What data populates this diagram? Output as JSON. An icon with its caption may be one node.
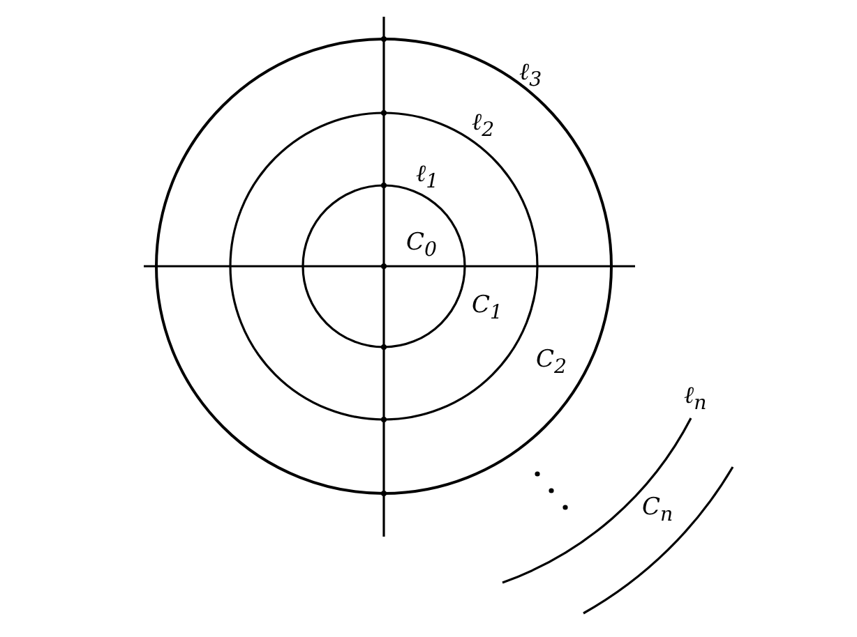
{
  "diagram": {
    "labels": [
      "ℓ$_{3}$",
      "ℓ$_{2}$",
      "ℓ$_{1}$",
      "C$_{0}$",
      "C$_{1}$",
      "C$_{2}$",
      "ℓ$_{n}$",
      "C$_{n}$"
    ]
  }
}
